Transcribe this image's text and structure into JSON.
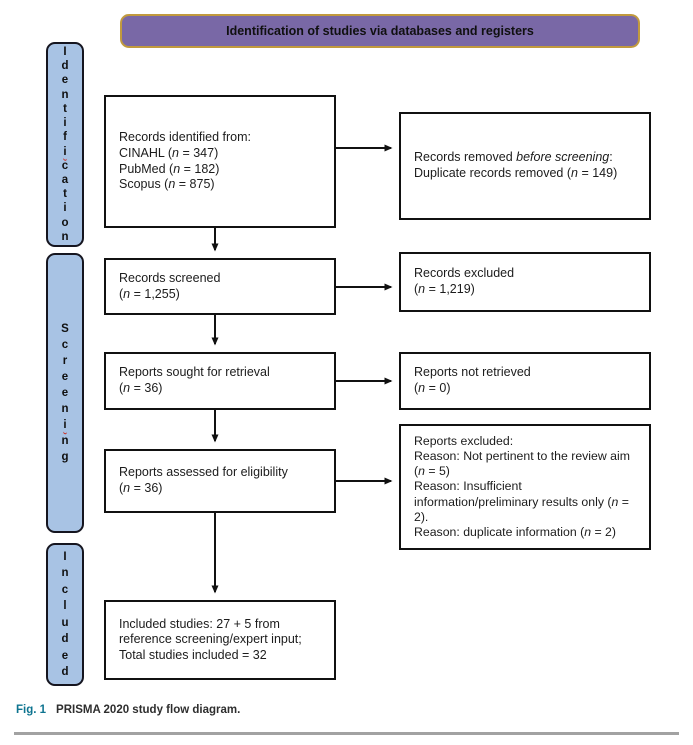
{
  "figure": {
    "header": "Identification of studies via databases and registers",
    "colors": {
      "header_bg": "#7968A6",
      "header_border": "#C19A3E",
      "stage_bg": "#A8C3E4",
      "caption_accent": "#0E7490"
    },
    "stages": [
      {
        "label": "Identification",
        "wavy_letter_index": 7
      },
      {
        "label": "Screening",
        "wavy_letter_index": 6
      },
      {
        "label": "Included",
        "wavy_letter_index": -1
      }
    ],
    "boxes": {
      "identified": {
        "lines": [
          "Records identified from:",
          "CINAHL (*n* = 347)",
          "PubMed (*n* = 182)",
          "Scopus (*n* = 875)"
        ]
      },
      "removed": {
        "lines": [
          "Records removed *before screening*:",
          "Duplicate records removed (*n* = 149)"
        ]
      },
      "screened": {
        "lines": [
          "Records screened",
          "(*n* = 1,255)"
        ]
      },
      "excluded": {
        "lines": [
          "Records excluded",
          "(*n* = 1,219)"
        ]
      },
      "sought": {
        "lines": [
          "Reports sought for retrieval",
          "(*n* = 36)"
        ]
      },
      "not_retrieved": {
        "lines": [
          "Reports not retrieved",
          "(*n* = 0)"
        ]
      },
      "assessed": {
        "lines": [
          "Reports assessed for eligibility",
          "(*n* = 36)"
        ]
      },
      "reports_excluded": {
        "lines": [
          "Reports excluded:",
          "Reason: Not pertinent to the review aim (*n* = 5)",
          "Reason: Insufficient information/preliminary results only (*n* = 2).",
          "Reason: duplicate information (*n* = 2)"
        ]
      },
      "included": {
        "lines": [
          "Included studies: 27 + 5 from reference screening/expert input;",
          "Total studies included = 32"
        ]
      }
    },
    "caption": {
      "label": "Fig. 1",
      "text": "PRISMA 2020 study flow diagram."
    }
  }
}
